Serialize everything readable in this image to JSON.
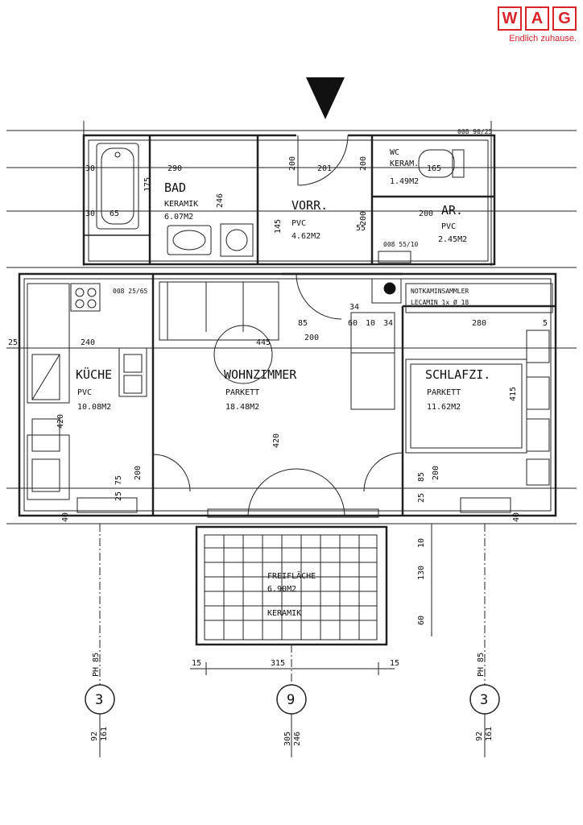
{
  "logo": {
    "letters": [
      "W",
      "A",
      "G"
    ],
    "tagline": "Endlich zuhause.",
    "color": "#d9242a"
  },
  "rooms": {
    "bad": {
      "name": "BAD",
      "floor": "KERAMIK",
      "area": "6.07M2"
    },
    "vorr": {
      "name": "VORR.",
      "floor": "PVC",
      "area": "4.62M2"
    },
    "wc": {
      "name": "WC",
      "floor": "KERAM.",
      "area": "1.49M2"
    },
    "ar": {
      "name": "AR.",
      "floor": "PVC",
      "area": "2.45M2"
    },
    "kueche": {
      "name": "KÜCHE",
      "floor": "PVC",
      "area": "10.08M2"
    },
    "wohnzimmer": {
      "name": "WOHNZIMMER",
      "floor": "PARKETT",
      "area": "18.48M2"
    },
    "schlafzi": {
      "name": "SCHLAFZI.",
      "floor": "PARKETT",
      "area": "11.62M2"
    },
    "freiflaeche": {
      "name": "FREIFLÄCHE",
      "area": "6.90M2",
      "floor": "KERAMIK"
    }
  },
  "notes": {
    "notkamin_1": "NOTKAMINSAMMLER",
    "notkamin_2": "LECAMIN 1x Ø 18",
    "duct_1": "008 90/25",
    "duct_2": "008 25/65",
    "duct_3": "008 55/10"
  },
  "dimensions": {
    "d_290": "290",
    "d_201": "201",
    "d_240": "240",
    "d_445": "445",
    "d_280": "280",
    "d_420a": "420",
    "d_420b": "420",
    "d_415": "415",
    "d_200a": "200",
    "d_200b": "200",
    "d_200c": "200",
    "d_200d": "200",
    "d_200e": "200",
    "d_145": "145",
    "d_175": "175",
    "d_246": "246",
    "d_85a": "85",
    "d_85b": "85",
    "d_75": "75",
    "d_60a": "60",
    "d_10a": "10",
    "d_34a": "34",
    "d_34b": "34",
    "d_30a": "30",
    "d_30b": "30",
    "d_25a": "25",
    "d_25b": "25",
    "d_25c": "25",
    "d_40a": "40",
    "d_40b": "40",
    "d_130": "130",
    "d_60b": "60",
    "d_10b": "10",
    "d_315": "315",
    "d_15a": "15",
    "d_15b": "15",
    "d_65": "65",
    "d_55": "55",
    "d_165": "165",
    "d_5": "5"
  },
  "axes": [
    {
      "label": "3",
      "top": "PH 85",
      "bottom_1": "92",
      "bottom_2": "161"
    },
    {
      "label": "9",
      "top": "",
      "bottom_1": "305",
      "bottom_2": "246"
    },
    {
      "label": "3",
      "top": "PH 85",
      "bottom_1": "92",
      "bottom_2": "161"
    }
  ]
}
